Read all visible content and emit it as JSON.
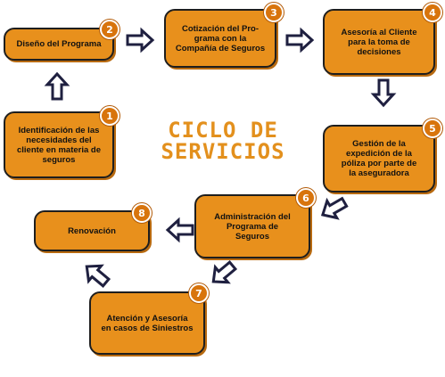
{
  "title": {
    "line1": "CICLO DE",
    "line2": "SERVICIOS"
  },
  "colors": {
    "box_fill": "#e8901c",
    "badge_fill": "#d8740c",
    "title": "#e3901d",
    "arrow_fill": "#ffffff",
    "arrow_stroke": "#1f2040"
  },
  "steps": [
    {
      "number": "1",
      "label": "Identificación de las\nnecesidades del\ncliente en materia de\nseguros"
    },
    {
      "number": "2",
      "label": "Diseño del Programa"
    },
    {
      "number": "3",
      "label": "Cotización del Pro-\ngrama con la\nCompañía de Seguros"
    },
    {
      "number": "4",
      "label": "Asesoría al Cliente\npara la toma de\ndecisiones"
    },
    {
      "number": "5",
      "label": "Gestión de la\nexpedición de la\npóliza por parte de\nla aseguradora"
    },
    {
      "number": "6",
      "label": "Administración del\nPrograma de\nSeguros"
    },
    {
      "number": "7",
      "label": "Atención y Asesoría\nen casos de Siniestros"
    },
    {
      "number": "8",
      "label": "Renovación"
    }
  ]
}
